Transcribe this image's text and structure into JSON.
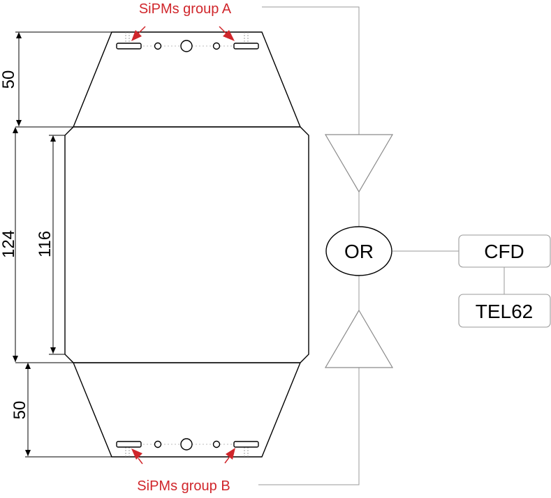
{
  "labels": {
    "sipm_a": "SiPMs group A",
    "sipm_b": "SiPMs group B",
    "or": "OR",
    "cfd": "CFD",
    "tel62": "TEL62"
  },
  "dimensions": {
    "top": "50",
    "middle_outer": "124",
    "middle_inner": "116",
    "bottom": "50"
  },
  "colors": {
    "annotation": "#d0262b",
    "outline": "#000000",
    "wiring": "#9a9a9a"
  }
}
